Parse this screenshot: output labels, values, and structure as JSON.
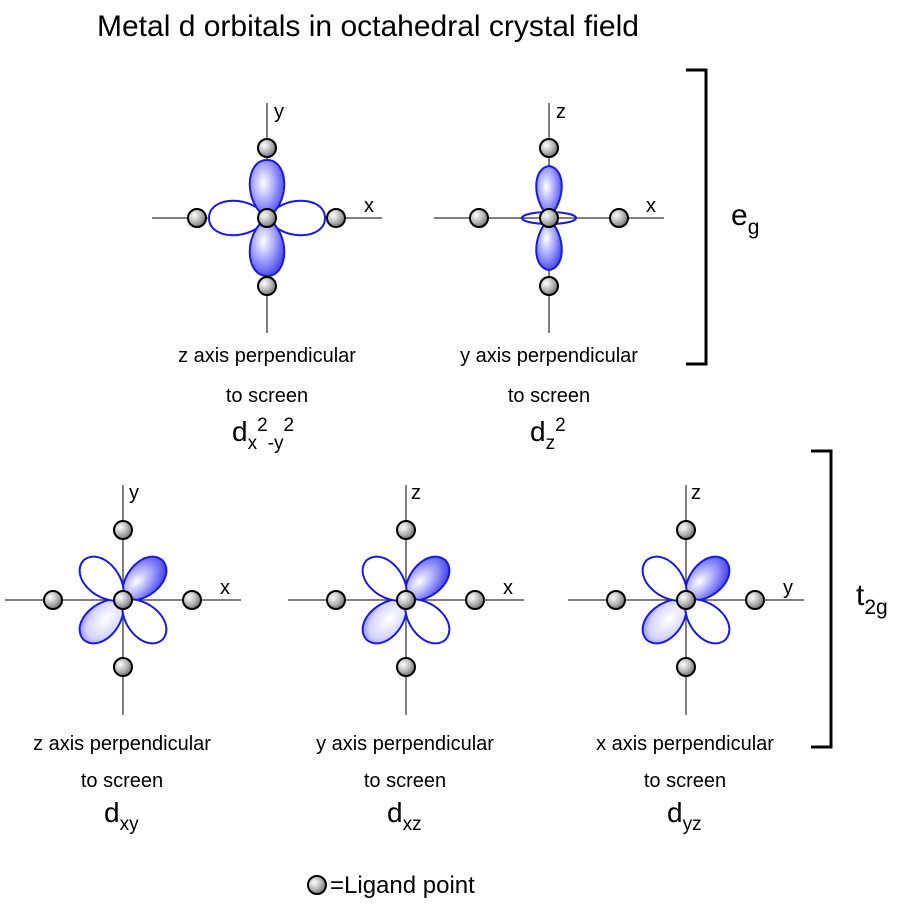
{
  "title": "Metal d orbitals in octahedral crystal field",
  "groups": [
    {
      "label": "e",
      "sub": "g"
    },
    {
      "label": "t",
      "sub": "2g"
    }
  ],
  "orbitals": [
    {
      "id": "dx2y2",
      "axis_v": "y",
      "axis_h": "x",
      "caption_1": "z axis perpendicular",
      "caption_2": "to screen",
      "name": "d",
      "sub_1": "x",
      "sup_1": "2",
      "sub_2": "-y",
      "sup_2": "2"
    },
    {
      "id": "dz2",
      "axis_v": "z",
      "axis_h": "x",
      "caption_1": "y axis perpendicular",
      "caption_2": "to screen",
      "name": "d",
      "sub_1": "z",
      "sup_1": "2"
    },
    {
      "id": "dxy",
      "axis_v": "y",
      "axis_h": "x",
      "caption_1": "z axis perpendicular",
      "caption_2": "to screen",
      "name": "d",
      "sub_1": "xy"
    },
    {
      "id": "dxz",
      "axis_v": "z",
      "axis_h": "x",
      "caption_1": "y axis perpendicular",
      "caption_2": "to screen",
      "name": "d",
      "sub_1": "xz"
    },
    {
      "id": "dyz",
      "axis_v": "z",
      "axis_h": "y",
      "caption_1": "x axis perpendicular",
      "caption_2": "to screen",
      "name": "d",
      "sub_1": "yz"
    }
  ],
  "legend": {
    "text": "=Ligand point"
  },
  "colors": {
    "lobe_stroke": "#1a1adc",
    "lobe_fill": "#4a4af0",
    "ligand_fill": "#9a9a9a"
  }
}
